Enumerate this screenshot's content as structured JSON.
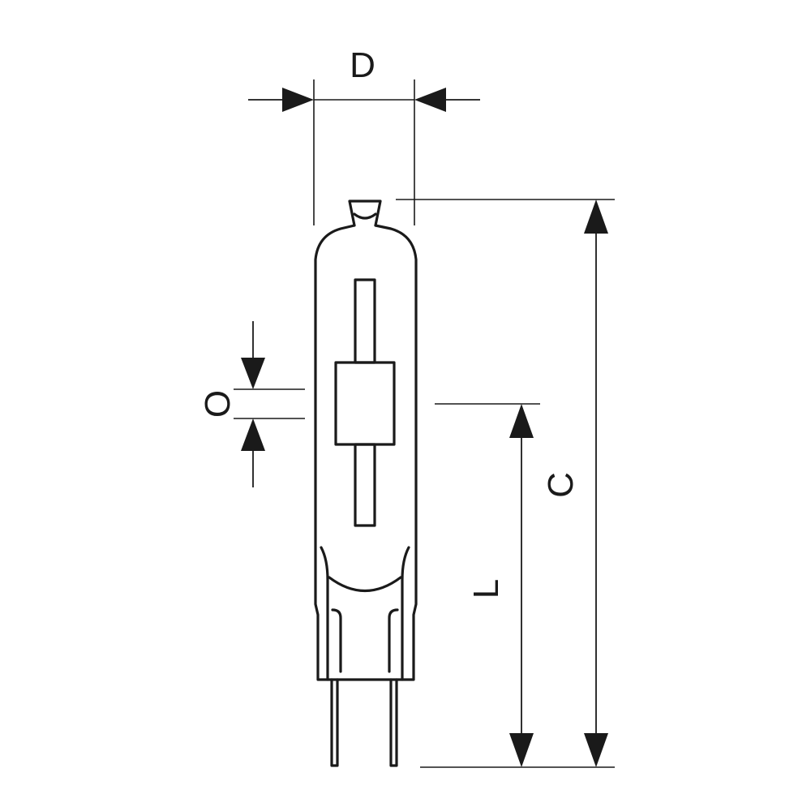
{
  "diagram": {
    "labels": {
      "d": "D",
      "o": "O",
      "c": "C",
      "l": "L"
    }
  }
}
